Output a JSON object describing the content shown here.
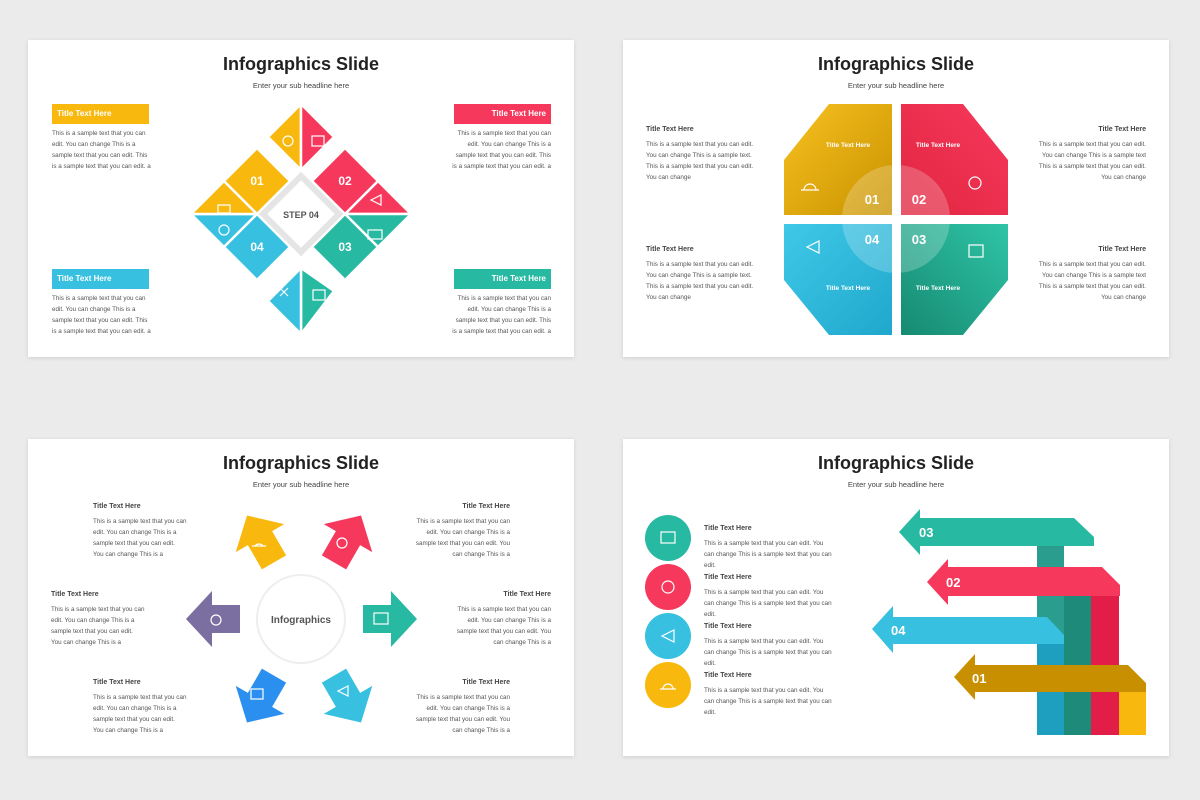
{
  "colors": {
    "yellow": "#f8b80e",
    "red": "#f7385d",
    "teal": "#27b9a2",
    "cyan": "#37c0e0",
    "purple": "#7a6fa0",
    "blue": "#2b8ff0",
    "gold": "#c88f00",
    "darkteal": "#1e9480"
  },
  "common": {
    "title": "Infographics Slide",
    "subtitle": "Enter your sub headline here",
    "sample_title": "Title Text Here"
  },
  "slide1": {
    "center": "STEP 04",
    "n1": "01",
    "n2": "02",
    "n3": "03",
    "n4": "04",
    "text": "This is a sample text that you can edit. You can change This is a sample text that you can edit. This is a sample text that you can edit. a",
    "icons": [
      "bulb-icon",
      "idea-icon",
      "team-icon",
      "megaphone-icon",
      "chart-icon",
      "presentation-icon",
      "rocket-icon",
      "growth-icon"
    ]
  },
  "slide2": {
    "n1": "01",
    "n2": "02",
    "n3": "03",
    "n4": "04",
    "text": "This is a sample text that you can edit. You can change This is a sample text. This is a sample text that you can edit. You can change",
    "text_r": "This is a sample text that you can edit. You can change This is a sample text This is a sample text that you can edit. You can change"
  },
  "slide3": {
    "center": "Infographics",
    "text": "This is a sample text that you can edit. You can change This is a sample text that you can edit. You can change This is a"
  },
  "slide4": {
    "n1": "01",
    "n2": "02",
    "n3": "03",
    "n4": "04",
    "text": "This is a sample text that you can edit. You can change This is a sample text that you can edit."
  }
}
